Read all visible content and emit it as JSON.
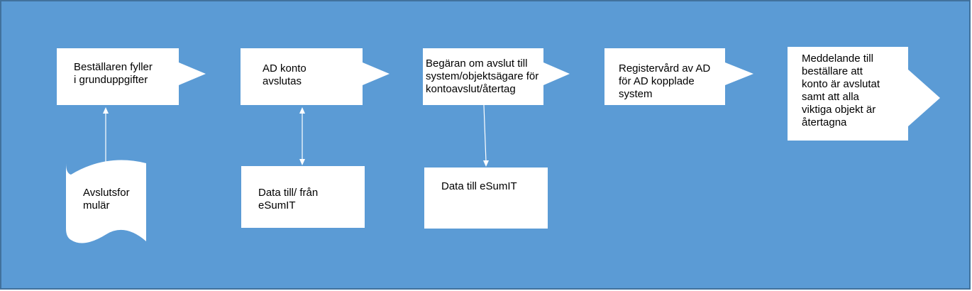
{
  "colors": {
    "background": "#5b9bd5",
    "border": "#41719c",
    "shape_fill": "#ffffff",
    "connector": "#ffffff"
  },
  "process_steps": [
    {
      "id": "step-1",
      "text": "Beställaren fyller\ni grunduppgifter"
    },
    {
      "id": "step-2",
      "text": "AD konto\navslutas"
    },
    {
      "id": "step-3",
      "text": "Begäran om avslut till\nsystem/objektsägare för\nkontoavslut/återtag"
    },
    {
      "id": "step-4",
      "text": "Registervård av AD\nför AD kopplade\nsystem"
    },
    {
      "id": "step-5",
      "text": "Meddelande till\nbeställare att\nkonto är avslutat\nsamt att alla\nviktiga objekt är\nåtertagna"
    }
  ],
  "document_shape": {
    "text": "Avslutsfor\nmulär"
  },
  "data_boxes": [
    {
      "id": "data-1",
      "text": "Data till/ från\neSumIT"
    },
    {
      "id": "data-2",
      "text": "Data till eSumIT"
    }
  ]
}
